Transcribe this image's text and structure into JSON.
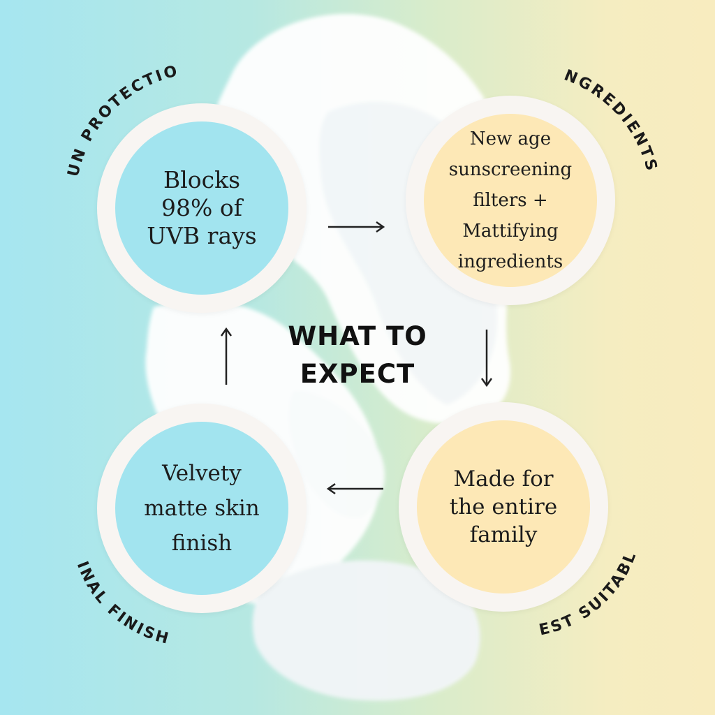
{
  "title": "WHAT TO\nEXPECT",
  "items": [
    {
      "label": "SUN PROTECTION",
      "text": "Blocks\n98% of\nUVB rays",
      "fill": "#a2e4ef"
    },
    {
      "label": "INGREDIENTS",
      "text": "New age\nsunscreening\nfilters +\nMattifying\ningredients",
      "fill": "#fde8b6"
    },
    {
      "label": "BEST SUITABLE",
      "text": "Made for\nthe entire\nfamily",
      "fill": "#fde8b6"
    },
    {
      "label": "FINAL FINISH",
      "text": "Velvety\nmatte skin\nfinish",
      "fill": "#a2e4ef"
    }
  ],
  "colors": {
    "ring": "#f8f5f2",
    "text": "#1c1c1c",
    "arrow": "#222222",
    "cream": "#ffffff"
  }
}
